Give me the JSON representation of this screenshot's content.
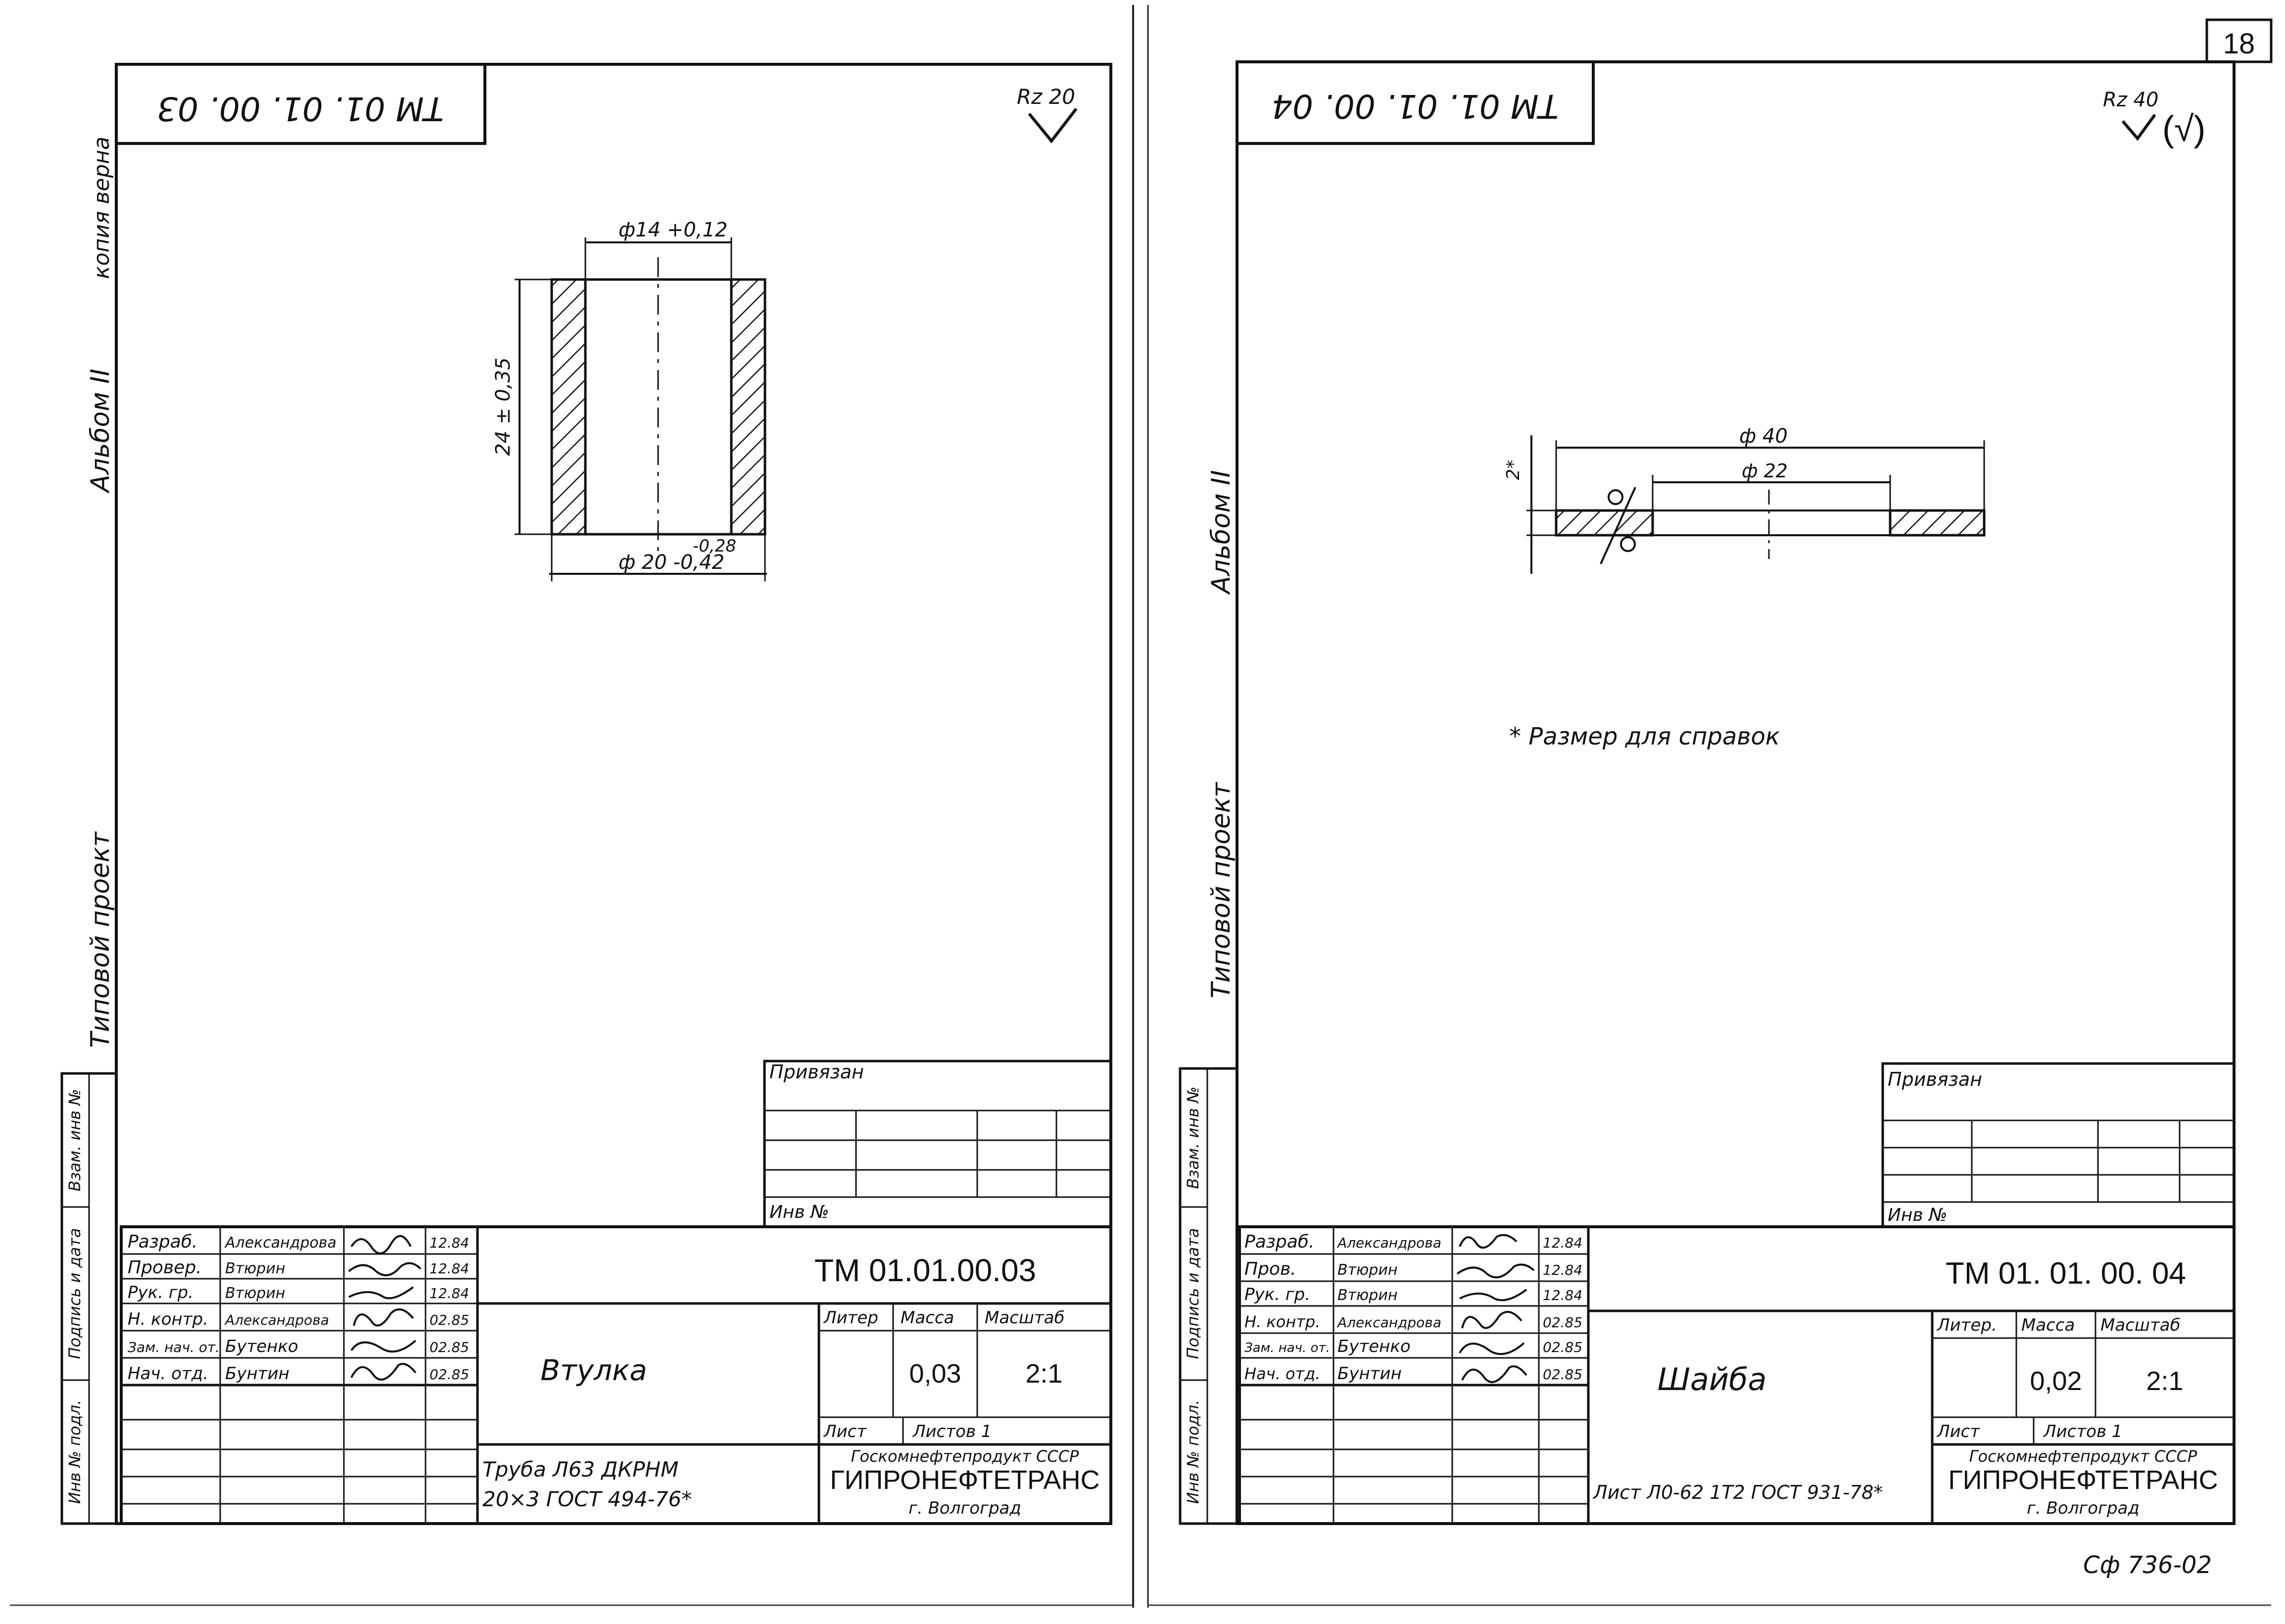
{
  "page": {
    "sheet_number": "18",
    "footer_code": "Сф 736-02"
  },
  "left_margin_notes": {
    "album": "Альбом II",
    "copy_note": "копия верна",
    "project": "Типовой проект"
  },
  "stamp_columns": [
    "Инв № подл.",
    "Подпись и дата",
    "Взам. инв №"
  ],
  "sheets": [
    {
      "top_code": "ТМ 01. 01. 00. 03",
      "roughness": "Rz 20",
      "dims": {
        "inner_dia": "ф14 +0,12",
        "height": "24 ± 0,35",
        "outer_tol": "-0,28",
        "outer_dia": "ф 20 -0,42"
      },
      "note": "",
      "bound_label": "Привязан",
      "inv_label": "Инв №",
      "roles": [
        {
          "role": "Разраб.",
          "name": "Александрова",
          "date": "12.84"
        },
        {
          "role": "Провер.",
          "name": "Втюрин",
          "date": "12.84"
        },
        {
          "role": "Рук. гр.",
          "name": "Втюрин",
          "date": "12.84"
        },
        {
          "role": "Н. контр.",
          "name": "Александрова",
          "date": "02.85"
        },
        {
          "role": "Зам. нач. от.",
          "name": "Бутенко",
          "date": "02.85"
        },
        {
          "role": "Нач. отд.",
          "name": "Бунтин",
          "date": "02.85"
        }
      ],
      "doc_code": "ТМ 01.01.00.03",
      "title": "Втулка",
      "lit_label": "Литер",
      "mass_label": "Масса",
      "scale_label": "Масштаб",
      "mass": "0,03",
      "scale": "2:1",
      "sheet_label": "Лист",
      "sheets_label": "Листов 1",
      "material_1": "Труба Л63 ДКРНМ",
      "material_2": "20×3    ГОСТ 494-76*",
      "org_1": "Госкомнефтепродукт СССР",
      "org_2": "ГИПРОНЕФТЕТРАНС",
      "org_3": "г. Волгоград"
    },
    {
      "top_code": "ТМ 01. 01. 00. 04",
      "roughness": "Rz 40",
      "dims": {
        "outer_dia": "ф 40",
        "inner_dia": "ф 22",
        "thickness": "2*"
      },
      "note": "* Размер для справок",
      "bound_label": "Привязан",
      "inv_label": "Инв №",
      "roles": [
        {
          "role": "Разраб.",
          "name": "Александрова",
          "date": "12.84"
        },
        {
          "role": "Пров.",
          "name": "Втюрин",
          "date": "12.84"
        },
        {
          "role": "Рук. гр.",
          "name": "Втюрин",
          "date": "12.84"
        },
        {
          "role": "Н. контр.",
          "name": "Александрова",
          "date": "02.85"
        },
        {
          "role": "Зам. нач. от.",
          "name": "Бутенко",
          "date": "02.85"
        },
        {
          "role": "Нач. отд.",
          "name": "Бунтин",
          "date": "02.85"
        }
      ],
      "doc_code": "ТМ 01. 01. 00. 04",
      "title": "Шайба",
      "lit_label": "Литер.",
      "mass_label": "Масса",
      "scale_label": "Масштаб",
      "mass": "0,02",
      "scale": "2:1",
      "sheet_label": "Лист",
      "sheets_label": "Листов 1",
      "material_1": "Лист Л0-62 1Т2 ГОСТ 931-78*",
      "material_2": "",
      "org_1": "Госкомнефтепродукт СССР",
      "org_2": "ГИПРОНЕФТЕТРАНС",
      "org_3": "г. Волгоград"
    }
  ]
}
